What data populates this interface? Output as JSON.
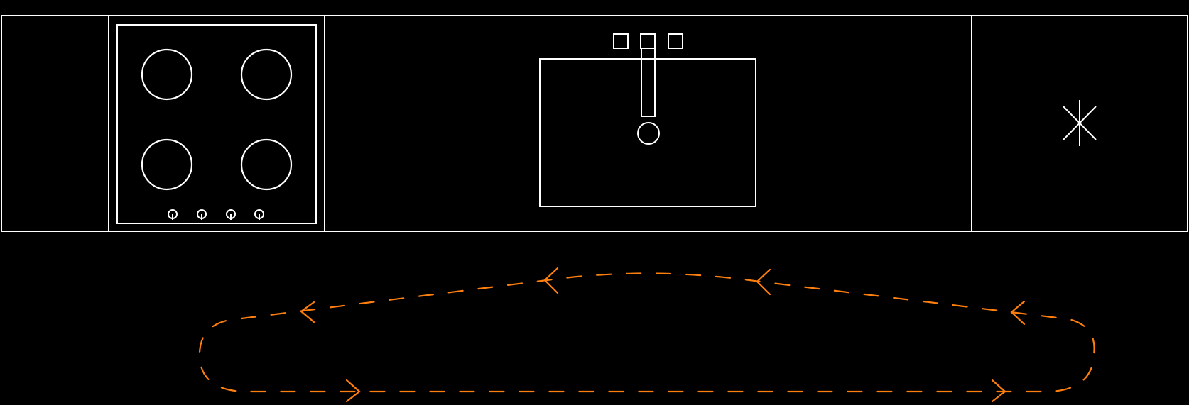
{
  "colors": {
    "background": "#000000",
    "line": "#ffffff",
    "flow": "#ff7f0e"
  },
  "counter": {
    "zones": [
      "blank-counter",
      "cooktop-zone",
      "sink-zone",
      "fridge-zone"
    ]
  },
  "cooktop": {
    "burner_count": 4,
    "knob_count": 4
  },
  "sink": {
    "handle_count": 3,
    "has_drain": true
  },
  "fridge": {
    "icon": "snowflake-icon"
  },
  "work_triangle": {
    "path_style": "dashed-loop",
    "arrows_top": [
      "left",
      "left",
      "left",
      "left"
    ],
    "arrows_bottom": [
      "right",
      "right"
    ]
  }
}
